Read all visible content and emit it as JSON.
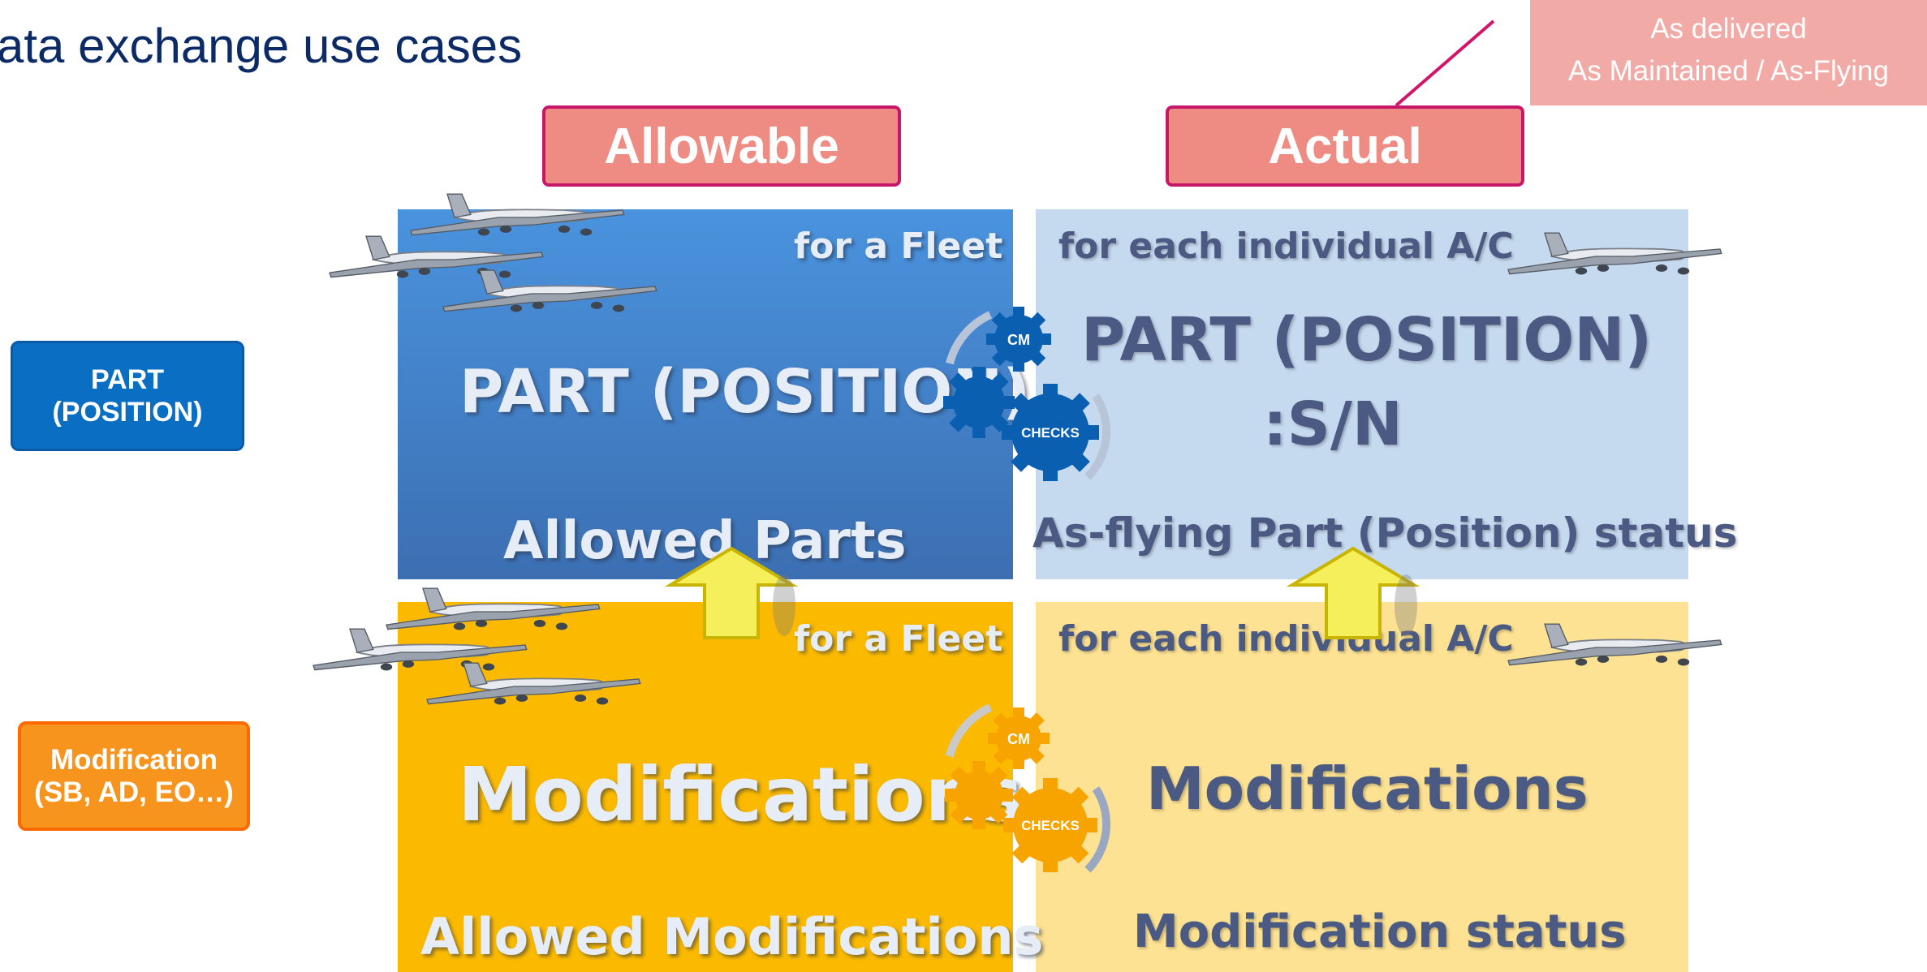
{
  "title": "ata exchange use cases",
  "callout": {
    "line1": "As delivered",
    "line2": "As Maintained / As-Flying"
  },
  "headers": {
    "allowable": "Allowable",
    "actual": "Actual"
  },
  "row_labels": {
    "part": {
      "line1": "PART",
      "line2": "(POSITION)"
    },
    "modification": {
      "line1": "Modification",
      "line2": "(SB, AD, EO…)"
    }
  },
  "quadrants": {
    "part_allowable": {
      "scope": "for a Fleet",
      "main": "PART (POSITION)",
      "sub": "Allowed Parts"
    },
    "part_actual": {
      "scope": "for each individual A/C",
      "main_line1": "PART (POSITION)",
      "main_line2": ":S/N",
      "sub": "As-flying Part (Position) status"
    },
    "mod_allowable": {
      "scope": "for a Fleet",
      "main": "Modifications",
      "sub": "Allowed Modifications"
    },
    "mod_actual": {
      "scope": "for each individual A/C",
      "main": "Modifications",
      "sub": "Modification status"
    }
  },
  "gears": {
    "cm": "CM",
    "checks": "CHECKS"
  },
  "colors": {
    "title": "#0b2a66",
    "header_fill": "#ee8c83",
    "header_border": "#c8176b",
    "part_label": "#0a6ec2",
    "mod_label": "#f7941d"
  },
  "icons": [
    "airplane-icon",
    "gear-icon",
    "up-arrow-icon"
  ]
}
